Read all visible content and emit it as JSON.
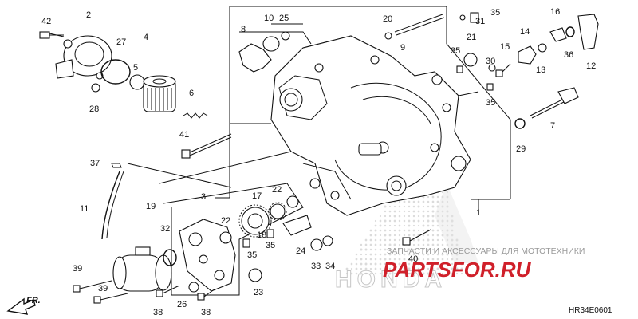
{
  "diagram": {
    "code": "HR34E0601",
    "direction_label": "FR.",
    "part_numbers": [
      "42",
      "2",
      "27",
      "4",
      "5",
      "28",
      "6",
      "41",
      "37",
      "11",
      "19",
      "32",
      "39",
      "39",
      "3",
      "22",
      "17",
      "22",
      "18",
      "35",
      "35",
      "26",
      "38",
      "38",
      "23",
      "24",
      "33",
      "34",
      "40",
      "8",
      "10",
      "25",
      "20",
      "9",
      "35",
      "31",
      "21",
      "35",
      "15",
      "30",
      "35",
      "14",
      "13",
      "16",
      "36",
      "12",
      "7",
      "29",
      "1"
    ]
  },
  "watermark": {
    "brand": "PARTSFOR.RU",
    "tagline": "ЗАПЧАСТИ И АКСЕССУАРЫ ДЛЯ МОТОТЕХНИКИ",
    "logo_text": "HONDA"
  },
  "colors": {
    "ink": "#111111",
    "brand_red": "#d0202a",
    "watermark_gray": "#b8b8b8"
  }
}
